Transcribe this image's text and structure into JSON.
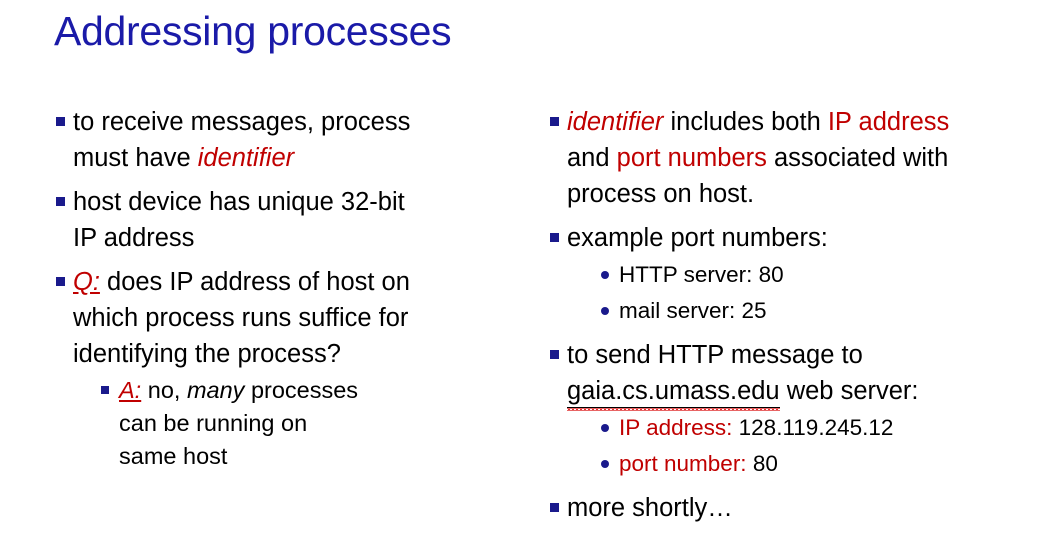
{
  "slide": {
    "title": "Addressing processes",
    "title_color": "#1A1AA8",
    "bullet_color": "#1A1A8C",
    "accent_red": "#C00000",
    "body_color": "#000000",
    "background": "#ffffff"
  },
  "left_column": {
    "bullets": [
      {
        "id": "receive-messages",
        "lines": [
          {
            "segments": [
              {
                "text": "to receive messages, process",
                "style": "plain"
              }
            ]
          },
          {
            "segments": [
              {
                "text": "must have ",
                "style": "plain"
              },
              {
                "text": "identifier",
                "style": "red-italic"
              }
            ]
          }
        ],
        "line1_plain": "to receive messages, process",
        "line2_lead": "must have ",
        "line2_emph": "identifier"
      },
      {
        "id": "host-device",
        "line1": "host device has unique 32-bit",
        "line2": "IP address"
      },
      {
        "id": "question",
        "label": "Q:",
        "line1_rest": " does  IP address of host on",
        "line2": "which process runs suffice for",
        "line3": "identifying the process?",
        "sub": [
          {
            "id": "answer",
            "label": "A:",
            "lead": " no, ",
            "emph": "many",
            "tail": " processes",
            "line2": "can be running on",
            "line3": "same host"
          }
        ]
      }
    ]
  },
  "right_column": {
    "bullets": [
      {
        "id": "identifier-includes",
        "emph1": "identifier",
        "mid1": " includes both ",
        "emph2": "IP address",
        "line2_lead": "and ",
        "emph3": "port numbers",
        "line2_tail": " associated with",
        "line3": "process on host."
      },
      {
        "id": "example-port-numbers",
        "heading": "example port numbers:",
        "sub": [
          {
            "id": "http-server",
            "text": "HTTP server: 80"
          },
          {
            "id": "mail-server",
            "text": "mail server: 25"
          }
        ]
      },
      {
        "id": "send-http-message",
        "line1": "to send HTTP message to",
        "line2_host": "gaia.cs.umass.edu",
        "line2_tail": " web server:",
        "sub": [
          {
            "id": "ip-address",
            "label": "IP address:",
            "value": " 128.119.245.12"
          },
          {
            "id": "port-number",
            "label": "port number:",
            "value": " 80"
          }
        ]
      },
      {
        "id": "more-shortly",
        "text": "more shortly…"
      }
    ]
  }
}
